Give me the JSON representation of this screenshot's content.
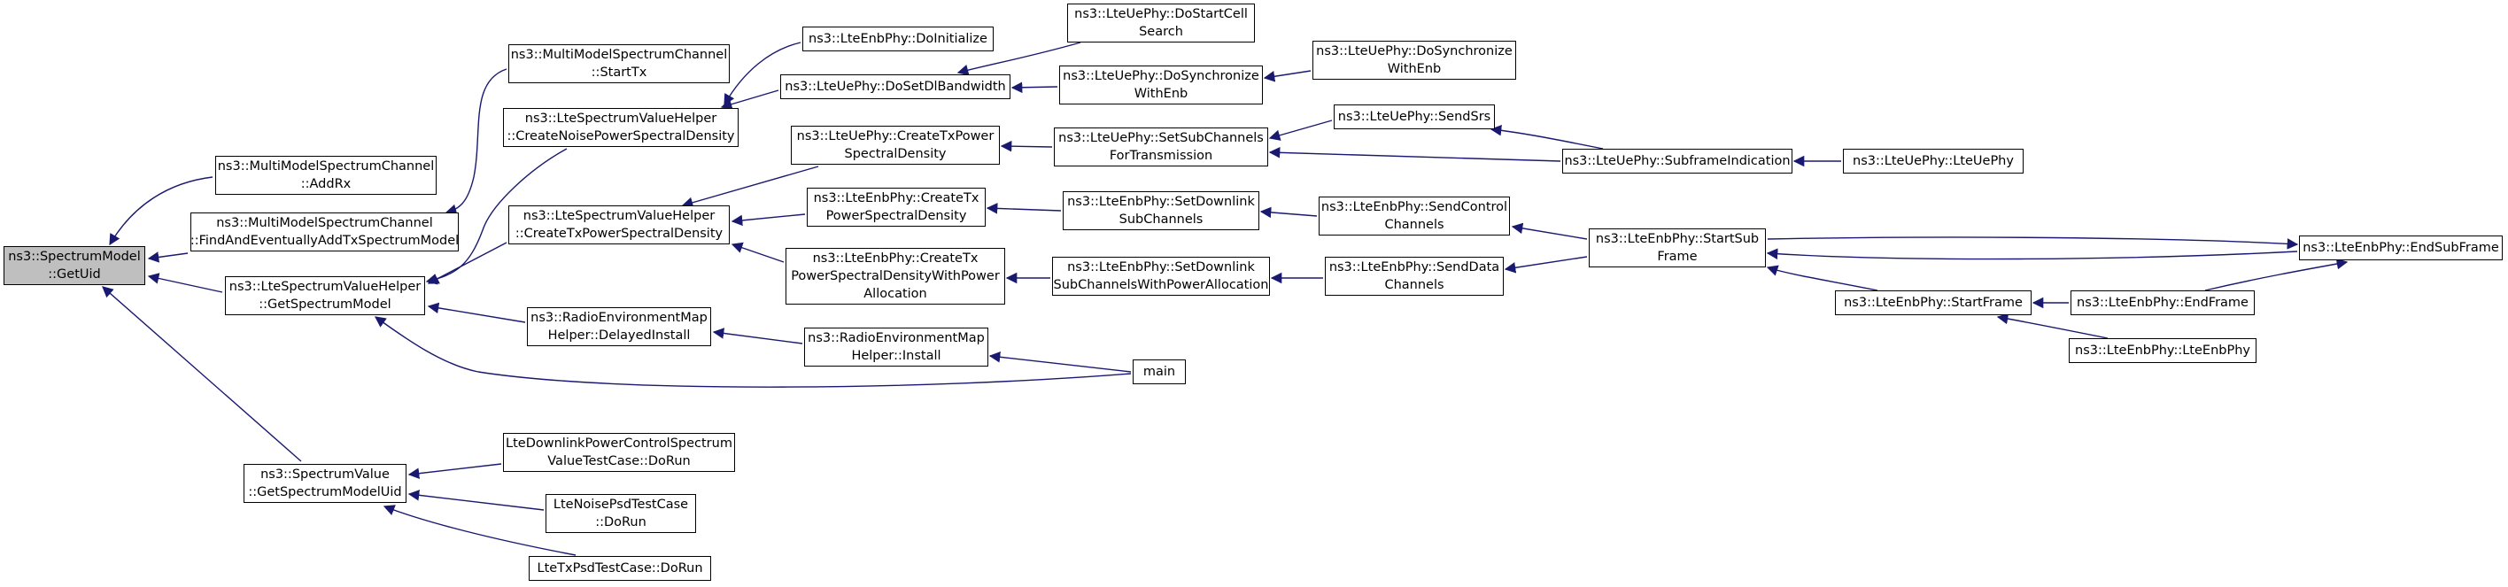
{
  "colors": {
    "edge": "#191970",
    "node_border": "#000000",
    "node_fill": "#ffffff",
    "root_fill": "#bfbfbf"
  },
  "nodes": [
    {
      "id": "root",
      "lines": [
        "ns3::SpectrumModel",
        "::GetUid"
      ],
      "root": true
    },
    {
      "id": "mmsc_addrx",
      "lines": [
        "ns3::MultiModelSpectrumChannel",
        "::AddRx"
      ]
    },
    {
      "id": "mmsc_find",
      "lines": [
        "ns3::MultiModelSpectrumChannel",
        "::FindAndEventuallyAddTxSpectrumModel"
      ]
    },
    {
      "id": "mmsc_starttx",
      "lines": [
        "ns3::MultiModelSpectrumChannel",
        "::StartTx"
      ]
    },
    {
      "id": "svh_getmodel",
      "lines": [
        "ns3::LteSpectrumValueHelper",
        "::GetSpectrumModel"
      ]
    },
    {
      "id": "sv_getuid",
      "lines": [
        "ns3::SpectrumValue",
        "::GetSpectrumModelUid"
      ]
    },
    {
      "id": "svh_noise",
      "lines": [
        "ns3::LteSpectrumValueHelper",
        "::CreateNoisePowerSpectralDensity"
      ]
    },
    {
      "id": "svh_txpsd",
      "lines": [
        "ns3::LteSpectrumValueHelper",
        "::CreateTxPowerSpectralDensity"
      ]
    },
    {
      "id": "rem_delayed",
      "lines": [
        "ns3::RadioEnvironmentMap",
        "Helper::DelayedInstall"
      ]
    },
    {
      "id": "dlpc_dorun",
      "lines": [
        "LteDownlinkPowerControlSpectrum",
        "ValueTestCase::DoRun"
      ]
    },
    {
      "id": "noisepsd_dorun",
      "lines": [
        "LteNoisePsdTestCase",
        "::DoRun"
      ]
    },
    {
      "id": "txpsd_dorun",
      "lines": [
        "LteTxPsdTestCase::DoRun"
      ]
    },
    {
      "id": "enb_doinit",
      "lines": [
        "ns3::LteEnbPhy::DoInitialize"
      ]
    },
    {
      "id": "ue_dosetdl",
      "lines": [
        "ns3::LteUePhy::DoSetDlBandwidth"
      ]
    },
    {
      "id": "ue_createtx",
      "lines": [
        "ns3::LteUePhy::CreateTxPower",
        "SpectralDensity"
      ]
    },
    {
      "id": "enb_createtx",
      "lines": [
        "ns3::LteEnbPhy::CreateTx",
        "PowerSpectralDensity"
      ]
    },
    {
      "id": "enb_createtxwpa",
      "lines": [
        "ns3::LteEnbPhy::CreateTx",
        "PowerSpectralDensityWithPower",
        "Allocation"
      ]
    },
    {
      "id": "rem_install",
      "lines": [
        "ns3::RadioEnvironmentMap",
        "Helper::Install"
      ]
    },
    {
      "id": "main",
      "lines": [
        "main"
      ]
    },
    {
      "id": "ue_dostartcell",
      "lines": [
        "ns3::LteUePhy::DoStartCell",
        "Search"
      ]
    },
    {
      "id": "ue_dosync",
      "lines": [
        "ns3::LteUePhy::DoSynchronize",
        "WithEnb"
      ]
    },
    {
      "id": "ue_setsub",
      "lines": [
        "ns3::LteUePhy::SetSubChannels",
        "ForTransmission"
      ]
    },
    {
      "id": "enb_setdlsub",
      "lines": [
        "ns3::LteEnbPhy::SetDownlink",
        "SubChannels"
      ]
    },
    {
      "id": "enb_setdlsubwpa",
      "lines": [
        "ns3::LteEnbPhy::SetDownlink",
        "SubChannelsWithPowerAllocation"
      ]
    },
    {
      "id": "ue_dosync2",
      "lines": [
        "ns3::LteUePhy::DoSynchronize",
        "WithEnb"
      ]
    },
    {
      "id": "ue_sendsrs",
      "lines": [
        "ns3::LteUePhy::SendSrs"
      ]
    },
    {
      "id": "enb_sendctrl",
      "lines": [
        "ns3::LteEnbPhy::SendControl",
        "Channels"
      ]
    },
    {
      "id": "enb_senddata",
      "lines": [
        "ns3::LteEnbPhy::SendData",
        "Channels"
      ]
    },
    {
      "id": "ue_subframe",
      "lines": [
        "ns3::LteUePhy::SubframeIndication"
      ]
    },
    {
      "id": "enb_startsub",
      "lines": [
        "ns3::LteEnbPhy::StartSub",
        "Frame"
      ]
    },
    {
      "id": "enb_startframe",
      "lines": [
        "ns3::LteEnbPhy::StartFrame"
      ]
    },
    {
      "id": "ue_ctor",
      "lines": [
        "ns3::LteUePhy::LteUePhy"
      ]
    },
    {
      "id": "enb_endframe",
      "lines": [
        "ns3::LteEnbPhy::EndFrame"
      ]
    },
    {
      "id": "enb_ctor",
      "lines": [
        "ns3::LteEnbPhy::LteEnbPhy"
      ]
    },
    {
      "id": "enb_endsub",
      "lines": [
        "ns3::LteEnbPhy::EndSubFrame"
      ]
    }
  ]
}
